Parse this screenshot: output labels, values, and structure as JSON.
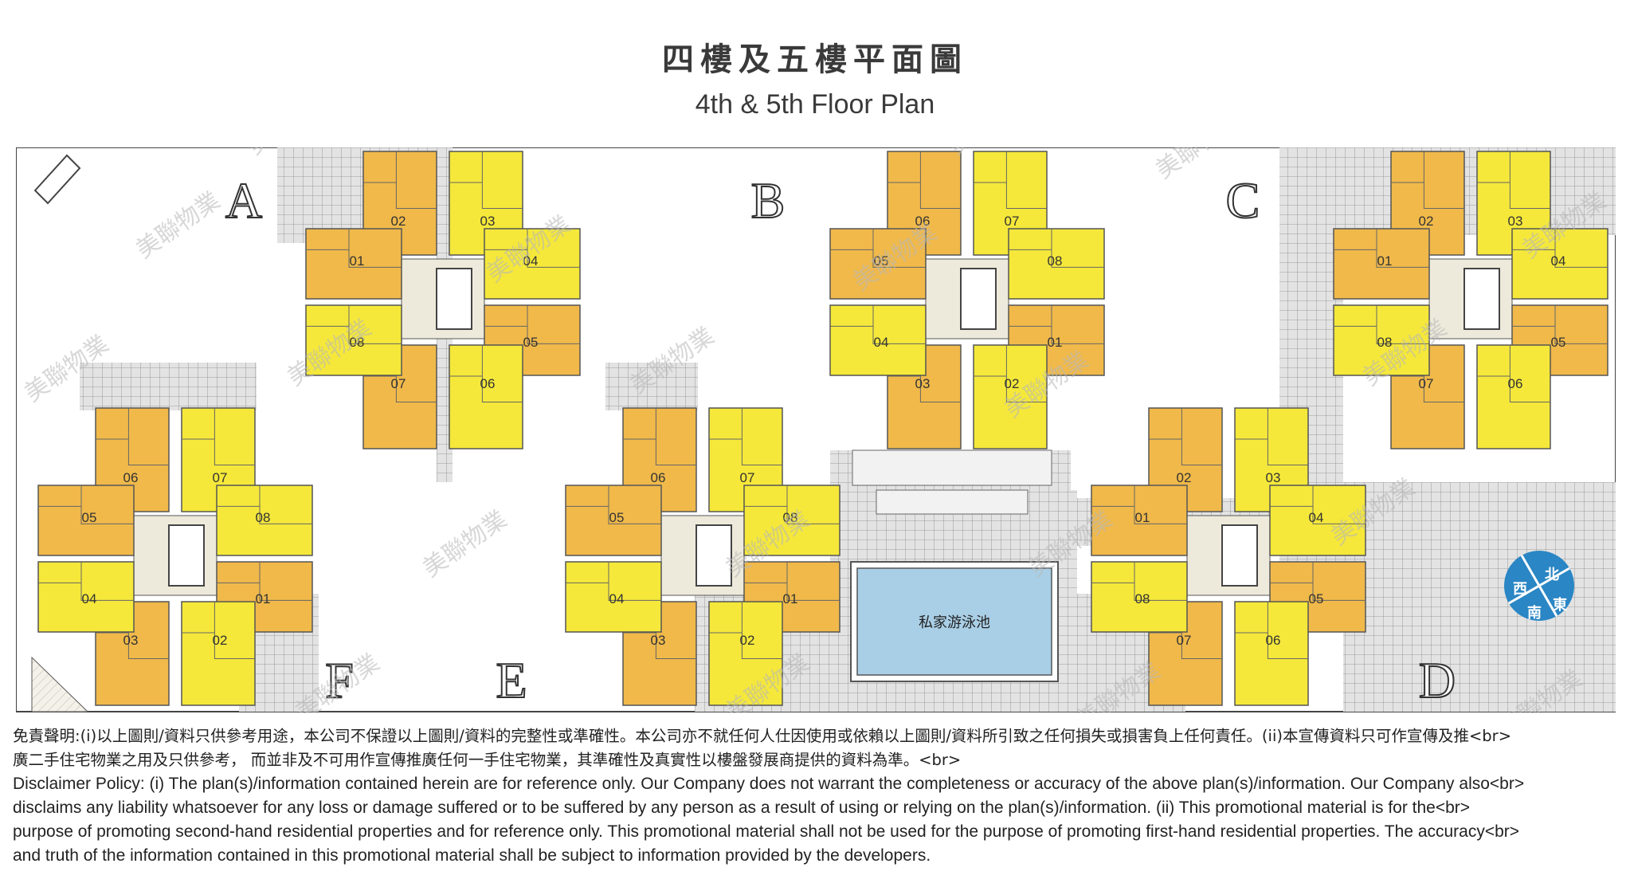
{
  "title_zh": "四樓及五樓平面圖",
  "title_en": "4th & 5th Floor Plan",
  "blocks": [
    {
      "letter": "A",
      "units": [
        "01",
        "02",
        "03",
        "04",
        "05",
        "06",
        "07",
        "08"
      ]
    },
    {
      "letter": "B",
      "units": [
        "01",
        "02",
        "03",
        "04",
        "05",
        "06",
        "07",
        "08"
      ]
    },
    {
      "letter": "C",
      "units": [
        "01",
        "02",
        "03",
        "04",
        "05",
        "06",
        "07",
        "08"
      ]
    },
    {
      "letter": "D",
      "units": [
        "01",
        "02",
        "03",
        "04",
        "05",
        "06",
        "07",
        "08"
      ]
    },
    {
      "letter": "E",
      "units": [
        "01",
        "02",
        "03",
        "04",
        "05",
        "06",
        "07",
        "08"
      ]
    },
    {
      "letter": "F",
      "units": [
        "01",
        "02",
        "03",
        "04",
        "05",
        "06",
        "07",
        "08"
      ]
    }
  ],
  "pool_label": "私家游泳池",
  "compass": {
    "north": "北",
    "east": "東",
    "south": "南",
    "west": "西"
  },
  "watermark_text": "美聯物業",
  "disclaimer": {
    "zh_line1": "免責聲明:(i)以上圖則/資料只供參考用途，本公司不保證以上圖則/資料的完整性或準確性。本公司亦不就任何人仕因使用或依賴以上圖則/資料所引致之任何損失或損害負上任何責任。(ii)本宣傳資料只可作宣傳及推<br>",
    "zh_line2": "廣二手住宅物業之用及只供參考， 而並非及不可用作宣傳推廣任何一手住宅物業，其準確性及真實性以樓盤發展商提供的資料為準。<br>",
    "en_line1": "Disclaimer Policy: (i) The plan(s)/information contained herein are for reference only. Our Company does not warrant the completeness or accuracy of the above plan(s)/information. Our Company also<br>",
    "en_line2": "disclaims any liability whatsoever for any loss or damage suffered or to be suffered by any person as a result of using or relying on the plan(s)/information. (ii) This promotional material is for the<br>",
    "en_line3": "purpose of promoting second-hand residential properties and for reference only. This promotional material shall not be used for the purpose of promoting first-hand residential properties. The accuracy<br>",
    "en_line4": "and truth of the information contained in this promotional material shall be subject to information provided by the developers."
  },
  "colors": {
    "unit_yellow": "#f5e83a",
    "unit_orange": "#f0b94a",
    "grid_gray": "#cfcfcf",
    "pool_blue": "#a9cfe6",
    "compass_blue": "#2a86c4",
    "core_beige": "#eeeadb"
  }
}
